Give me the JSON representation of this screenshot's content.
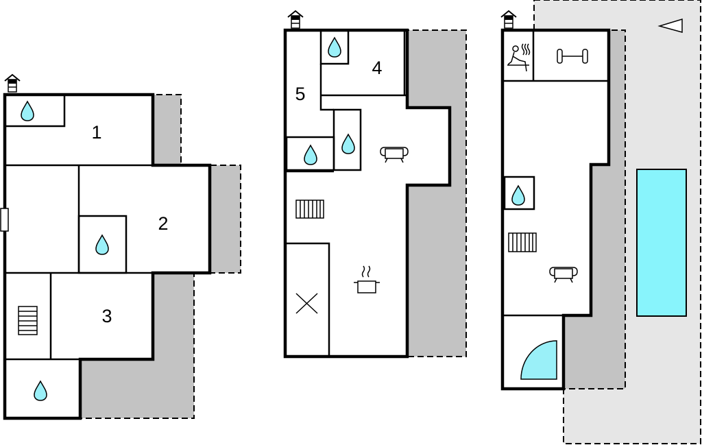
{
  "floors": [
    {
      "rooms": [
        "1",
        "2",
        "3"
      ]
    },
    {
      "rooms": [
        "4",
        "5"
      ]
    },
    {
      "rooms": []
    }
  ],
  "colors": {
    "terrace": "#c3c3c3",
    "garden": "#e6e6e6",
    "water": "#9af0f8",
    "wall": "#000000"
  }
}
